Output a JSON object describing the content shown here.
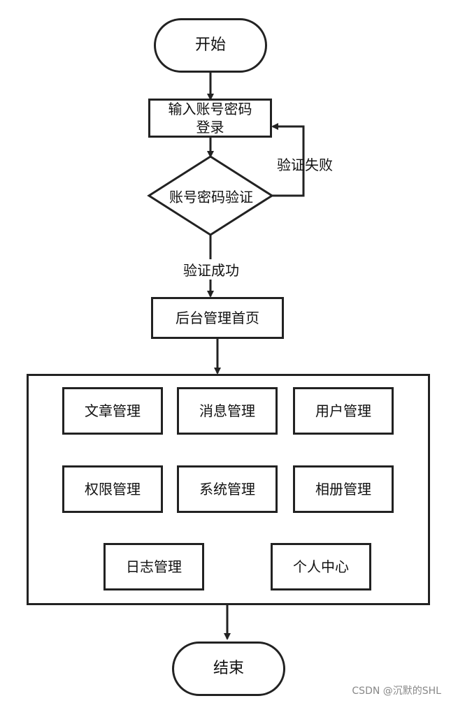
{
  "start_label": "开始",
  "login_label": "输入账号密码\n登录",
  "verify_label": "账号密码验证",
  "fail_label": "验证失败",
  "success_label": "验证成功",
  "home_label": "后台管理首页",
  "modules": [
    "文章管理",
    "消息管理",
    "用户管理",
    "权限管理",
    "系统管理",
    "相册管理",
    "日志管理",
    "个人中心"
  ],
  "end_label": "结束",
  "watermark": "CSDN @沉默的SHL",
  "colors": {
    "stroke": "#222222",
    "watermark": "#888888"
  }
}
